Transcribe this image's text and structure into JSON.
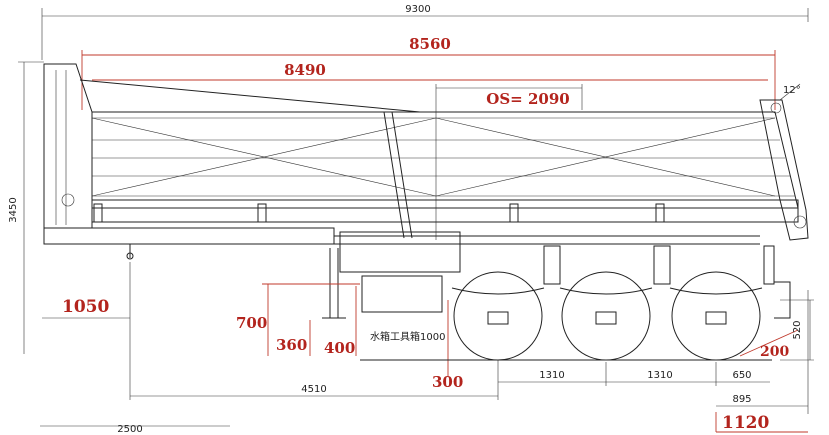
{
  "dimensions": {
    "overall_length": "9300",
    "body_length": "8560",
    "inner_length": "8490",
    "os": "OS= 2090",
    "tilt_angle": "12°",
    "overall_height": "3450",
    "front_overhang": "1050",
    "kingpin_height": "700",
    "leg_height": "360",
    "toolbox_offset": "400",
    "toolbox_label": "水箱工具箱1000",
    "toolbox_gap": "300",
    "kingpin_to_axle": "4510",
    "axle_spacing_1": "1310",
    "axle_spacing_2": "1310",
    "rear_axle_offset": "650",
    "rear_overhang": "895",
    "bumper_offset": "200",
    "bumper_height": "520",
    "rear_width": "1120",
    "bottom_dim": "2500"
  },
  "colors": {
    "line": "#222222",
    "annotation": "#b3241d"
  }
}
